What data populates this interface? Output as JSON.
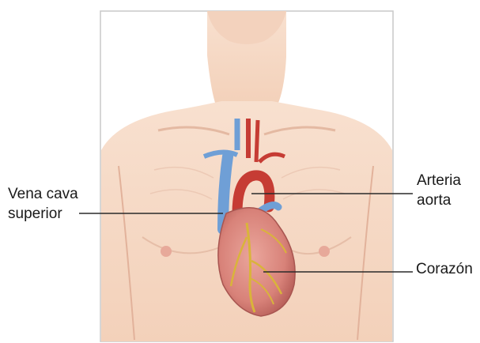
{
  "labels": {
    "vena_cava_line1": "Vena cava",
    "vena_cava_line2": "superior",
    "aorta_line1": "Arteria",
    "aorta_line2": "aorta",
    "corazon": "Corazón"
  },
  "colors": {
    "skin": "#f6d9c4",
    "skin_shadow": "#e3b49b",
    "vein_blue": "#6f9fd6",
    "artery_red": "#c63c34",
    "heart": "#d98a80",
    "coronary": "#d9b43a",
    "leader_line": "#2a2a2a",
    "frame": "#c8c8c8"
  }
}
